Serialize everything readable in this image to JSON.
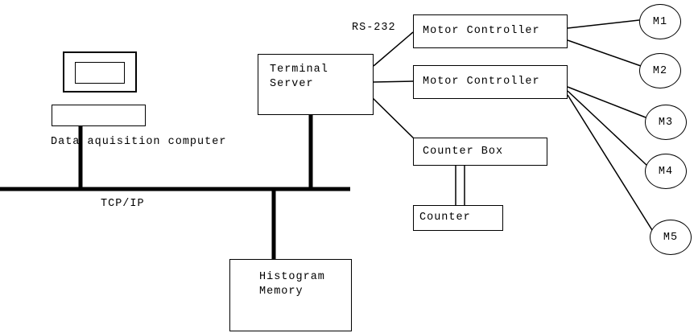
{
  "nodes": {
    "terminal_server": "Terminal\nServer",
    "motor_controller_1": "Motor Controller",
    "motor_controller_2": "Motor Controller",
    "counter_box": "Counter Box",
    "counter": "Counter",
    "histogram_memory": "Histogram\nMemory"
  },
  "labels": {
    "rs232": "RS-232",
    "tcpip": "TCP/IP",
    "daq_computer": "Data aquisition computer"
  },
  "motors": [
    "M1",
    "M2",
    "M3",
    "M4",
    "M5"
  ],
  "colors": {
    "line": "#000000",
    "background": "#ffffff"
  }
}
